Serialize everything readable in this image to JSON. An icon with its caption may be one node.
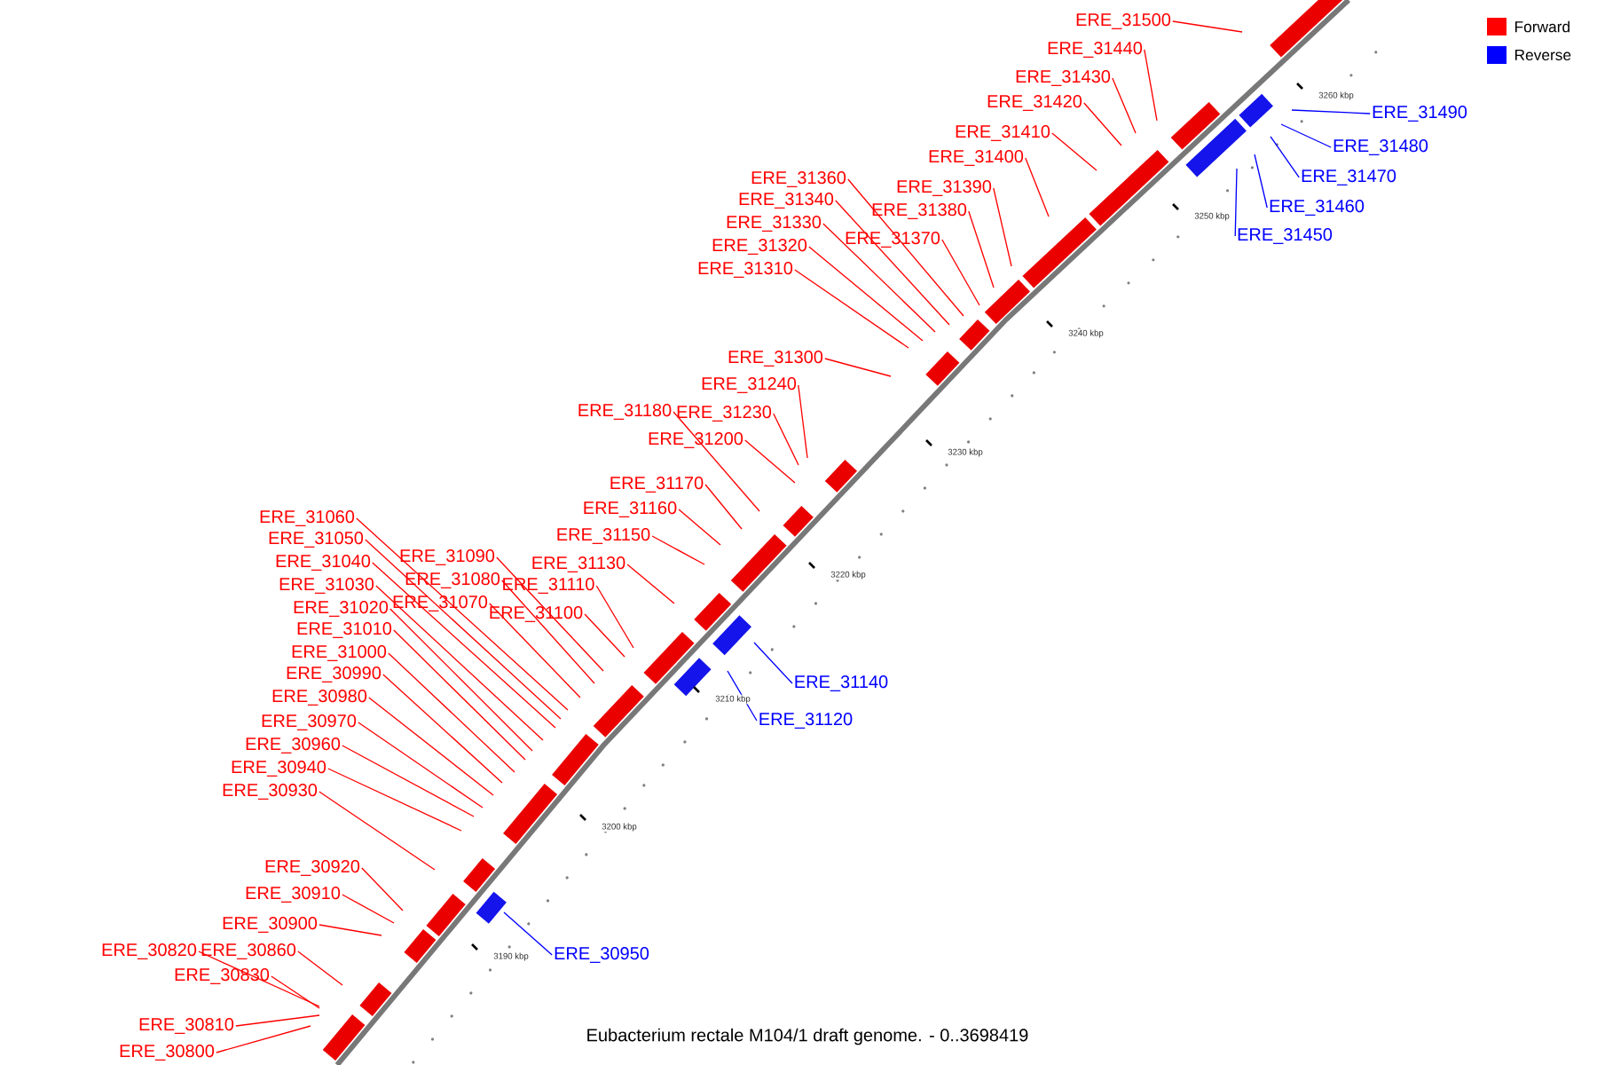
{
  "diagram": {
    "caption": "Eubacterium rectale M104/1 draft genome. - 0..3698419",
    "nodes": [
      {
        "text": [
          "ERE_31500"
        ]
      },
      {
        "text": [
          "ERE_31440"
        ]
      },
      {
        "text": [
          "ERE_31430"
        ]
      },
      {
        "text": [
          "ERE_31420"
        ]
      },
      {
        "text": [
          "ERE_31410"
        ]
      },
      {
        "text": [
          "ERE_31400"
        ]
      },
      {
        "text": [
          "ERE_31390"
        ]
      },
      {
        "text": [
          "ERE_31380"
        ]
      },
      {
        "text": [
          "ERE_31370"
        ]
      },
      {
        "text": [
          "ERE_31360"
        ]
      },
      {
        "text": [
          "ERE_31340"
        ]
      },
      {
        "text": [
          "ERE_31330"
        ]
      },
      {
        "text": [
          "ERE_31320"
        ]
      },
      {
        "text": [
          "ERE_31310"
        ]
      },
      {
        "text": [
          "ERE_31300"
        ]
      },
      {
        "text": [
          "ERE_31240"
        ]
      },
      {
        "text": [
          "ERE_31230"
        ]
      },
      {
        "text": [
          "ERE_31180"
        ]
      },
      {
        "text": [
          "ERE_31200"
        ]
      },
      {
        "text": [
          "ERE_31170"
        ]
      },
      {
        "text": [
          "ERE_31160"
        ]
      },
      {
        "text": [
          "ERE_31150"
        ]
      },
      {
        "text": [
          "ERE_31130"
        ]
      },
      {
        "text": [
          "ERE_31110"
        ]
      },
      {
        "text": [
          "ERE_31100"
        ]
      },
      {
        "text": [
          "ERE_31090"
        ]
      },
      {
        "text": [
          "ERE_31080"
        ]
      },
      {
        "text": [
          "ERE_31070"
        ]
      },
      {
        "text": [
          "ERE_31060"
        ]
      },
      {
        "text": [
          "ERE_31050"
        ]
      },
      {
        "text": [
          "ERE_31040"
        ]
      },
      {
        "text": [
          "ERE_31030"
        ]
      },
      {
        "text": [
          "ERE_31020"
        ]
      },
      {
        "text": [
          "ERE_31010"
        ]
      },
      {
        "text": [
          "ERE_31000"
        ]
      },
      {
        "text": [
          "ERE_30990"
        ]
      },
      {
        "text": [
          "ERE_30980"
        ]
      },
      {
        "text": [
          "ERE_30970"
        ]
      },
      {
        "text": [
          "ERE_30960"
        ]
      },
      {
        "text": [
          "ERE_30940"
        ]
      },
      {
        "text": [
          "ERE_30930"
        ]
      },
      {
        "text": [
          "ERE_30920"
        ]
      },
      {
        "text": [
          "ERE_30910"
        ]
      },
      {
        "text": [
          "ERE_30900"
        ]
      },
      {
        "text": [
          "ERE_30820"
        ]
      },
      {
        "text": [
          "ERE_30860"
        ]
      },
      {
        "text": [
          "ERE_30830"
        ]
      },
      {
        "text": [
          "ERE_30810"
        ]
      },
      {
        "text": [
          "ERE_30800"
        ]
      },
      {
        "text": [
          "ERE_31490"
        ]
      },
      {
        "text": [
          "ERE_31480"
        ]
      },
      {
        "text": [
          "ERE_31470"
        ]
      },
      {
        "text": [
          "ERE_31460"
        ]
      },
      {
        "text": [
          "ERE_31450"
        ]
      },
      {
        "text": [
          "ERE_31140"
        ]
      },
      {
        "text": [
          "ERE_31120"
        ]
      },
      {
        "text": [
          "ERE_30950"
        ]
      }
    ],
    "edges": [
      {
        "from": 0,
        "to": null,
        "arrow": "none"
      },
      {
        "from": 1,
        "to": null,
        "arrow": "none"
      },
      {
        "from": 2,
        "to": null,
        "arrow": "none"
      },
      {
        "from": 3,
        "to": null,
        "arrow": "none"
      },
      {
        "from": 4,
        "to": null,
        "arrow": "none"
      },
      {
        "from": 5,
        "to": null,
        "arrow": "none"
      },
      {
        "from": 6,
        "to": null,
        "arrow": "none"
      },
      {
        "from": 7,
        "to": null,
        "arrow": "none"
      },
      {
        "from": 8,
        "to": null,
        "arrow": "none"
      },
      {
        "from": 9,
        "to": null,
        "arrow": "none"
      },
      {
        "from": 10,
        "to": null,
        "arrow": "none"
      },
      {
        "from": 11,
        "to": null,
        "arrow": "none"
      },
      {
        "from": 12,
        "to": null,
        "arrow": "none"
      },
      {
        "from": 13,
        "to": null,
        "arrow": "none"
      },
      {
        "from": 14,
        "to": null,
        "arrow": "none"
      },
      {
        "from": 15,
        "to": null,
        "arrow": "none"
      },
      {
        "from": 16,
        "to": null,
        "arrow": "none"
      },
      {
        "from": 17,
        "to": null,
        "arrow": "none"
      },
      {
        "from": 18,
        "to": null,
        "arrow": "none"
      },
      {
        "from": 19,
        "to": null,
        "arrow": "none"
      },
      {
        "from": 20,
        "to": null,
        "arrow": "none"
      },
      {
        "from": 21,
        "to": null,
        "arrow": "none"
      },
      {
        "from": 22,
        "to": null,
        "arrow": "none"
      },
      {
        "from": 23,
        "to": null,
        "arrow": "none"
      },
      {
        "from": 24,
        "to": null,
        "arrow": "none"
      },
      {
        "from": 25,
        "to": null,
        "arrow": "none"
      },
      {
        "from": 26,
        "to": null,
        "arrow": "none"
      },
      {
        "from": 27,
        "to": null,
        "arrow": "none"
      },
      {
        "from": 28,
        "to": null,
        "arrow": "none"
      },
      {
        "from": 29,
        "to": null,
        "arrow": "none"
      },
      {
        "from": 30,
        "to": null,
        "arrow": "none"
      },
      {
        "from": 31,
        "to": null,
        "arrow": "none"
      },
      {
        "from": 32,
        "to": null,
        "arrow": "none"
      },
      {
        "from": 33,
        "to": null,
        "arrow": "none"
      },
      {
        "from": 34,
        "to": null,
        "arrow": "none"
      },
      {
        "from": 35,
        "to": null,
        "arrow": "none"
      },
      {
        "from": 36,
        "to": null,
        "arrow": "none"
      },
      {
        "from": 37,
        "to": null,
        "arrow": "none"
      },
      {
        "from": 38,
        "to": null,
        "arrow": "none"
      },
      {
        "from": 39,
        "to": null,
        "arrow": "none"
      },
      {
        "from": 40,
        "to": null,
        "arrow": "none"
      },
      {
        "from": 41,
        "to": null,
        "arrow": "none"
      },
      {
        "from": 42,
        "to": null,
        "arrow": "none"
      },
      {
        "from": 43,
        "to": null,
        "arrow": "none"
      },
      {
        "from": 44,
        "to": null,
        "arrow": "none"
      },
      {
        "from": 45,
        "to": null,
        "arrow": "none"
      },
      {
        "from": 46,
        "to": null,
        "arrow": "none"
      },
      {
        "from": 47,
        "to": null,
        "arrow": "none"
      },
      {
        "from": 48,
        "to": null,
        "arrow": "none"
      },
      {
        "from": 49,
        "to": null,
        "arrow": "none",
        "color": "#0000ff"
      },
      {
        "from": 50,
        "to": null,
        "arrow": "none",
        "color": "#0000ff"
      },
      {
        "from": 51,
        "to": null,
        "arrow": "none",
        "color": "#0000ff"
      },
      {
        "from": 52,
        "to": null,
        "arrow": "none",
        "color": "#0000ff"
      },
      {
        "from": 53,
        "to": null,
        "arrow": "none",
        "color": "#0000ff"
      },
      {
        "from": 54,
        "to": null,
        "arrow": "none",
        "color": "#0000ff"
      },
      {
        "from": 55,
        "to": null,
        "arrow": "none",
        "color": "#0000ff"
      },
      {
        "from": 56,
        "to": null,
        "arrow": "none",
        "color": "#0000ff"
      }
    ],
    "labels": [
      "3260 kbp",
      "3250 kbp",
      "3240 kbp",
      "3230 kbp",
      "3220 kbp",
      "3210 kbp",
      "3200 kbp",
      "3190 kbp"
    ],
    "legend": [
      {
        "text": "Forward",
        "color": "#ff0000"
      },
      {
        "text": "Reverse",
        "color": "#0000ff"
      }
    ]
  }
}
